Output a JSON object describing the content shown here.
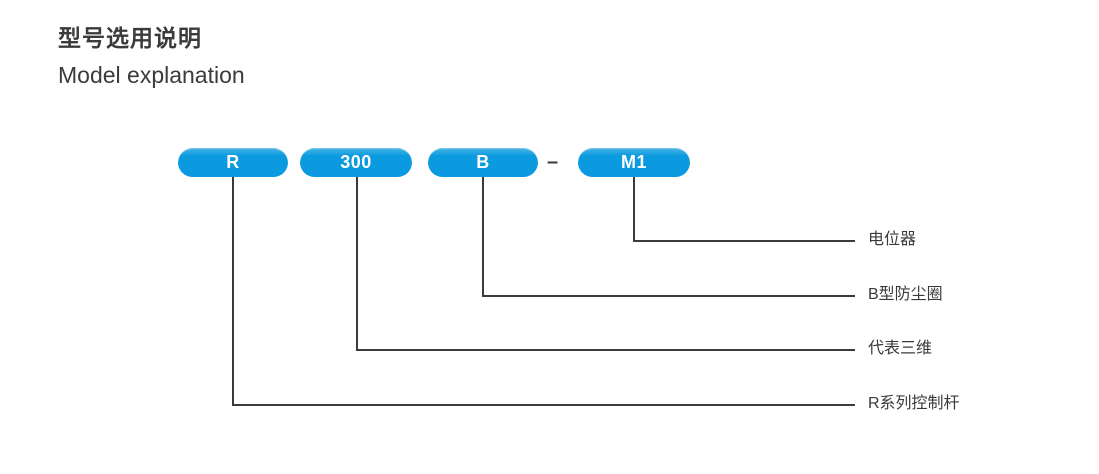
{
  "heading": {
    "title_cn": "型号选用说明",
    "title_en": "Model explanation"
  },
  "colors": {
    "capsule_blue": "#0b9adf",
    "line_dark": "#3d3a38",
    "text_dark": "#3a3a3a"
  },
  "model_code": {
    "separator": "–",
    "segments": [
      {
        "label": "R",
        "meaning": "R系列控制杆"
      },
      {
        "label": "300",
        "meaning": "代表三维"
      },
      {
        "label": "B",
        "meaning": "B型防尘圈"
      },
      {
        "label": "M1",
        "meaning": "电位器"
      }
    ]
  },
  "callouts": [
    {
      "code": "M1",
      "text": "电位器"
    },
    {
      "code": "B",
      "text": "B型防尘圈"
    },
    {
      "code": "300",
      "text": "代表三维"
    },
    {
      "code": "R",
      "text": "R系列控制杆"
    }
  ]
}
